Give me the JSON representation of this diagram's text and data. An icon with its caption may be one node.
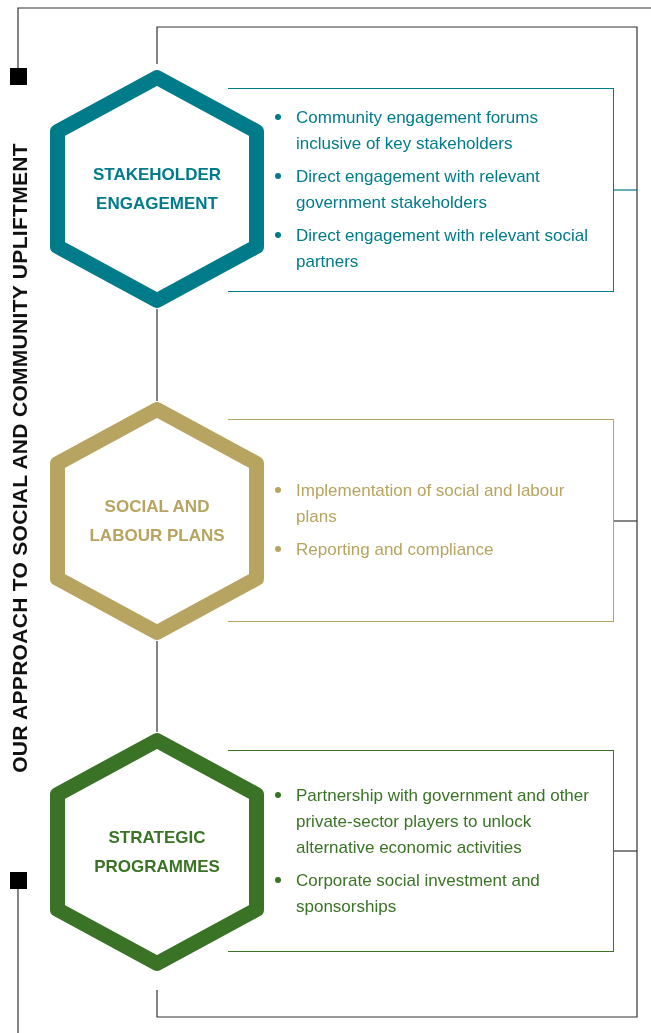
{
  "diagram": {
    "title": "OUR APPROACH TO SOCIAL AND COMMUNITY UPLIFTMENT",
    "nodes": [
      {
        "text": [
          "STAKEHOLDER ENGAGEMENT"
        ]
      },
      {
        "text": [
          "Community engagement forums inclusive of key stakeholders",
          "Direct engagement with relevant government stakeholders",
          "Direct engagement with relevant social partners"
        ]
      },
      {
        "text": [
          "SOCIAL AND LABOUR PLANS"
        ]
      },
      {
        "text": [
          "Implementation of social and labour plans",
          "Reporting and compliance"
        ]
      },
      {
        "text": [
          "STRATEGIC PROGRAMMES"
        ]
      },
      {
        "text": [
          "Partnership with government and other private-sector players to unlock alternative economic activities",
          "Corporate social investment and sponsorships"
        ]
      }
    ],
    "edges": [
      {
        "from": 0,
        "to": 2,
        "arrow": "none"
      },
      {
        "from": 2,
        "to": 4,
        "arrow": "none"
      }
    ]
  }
}
